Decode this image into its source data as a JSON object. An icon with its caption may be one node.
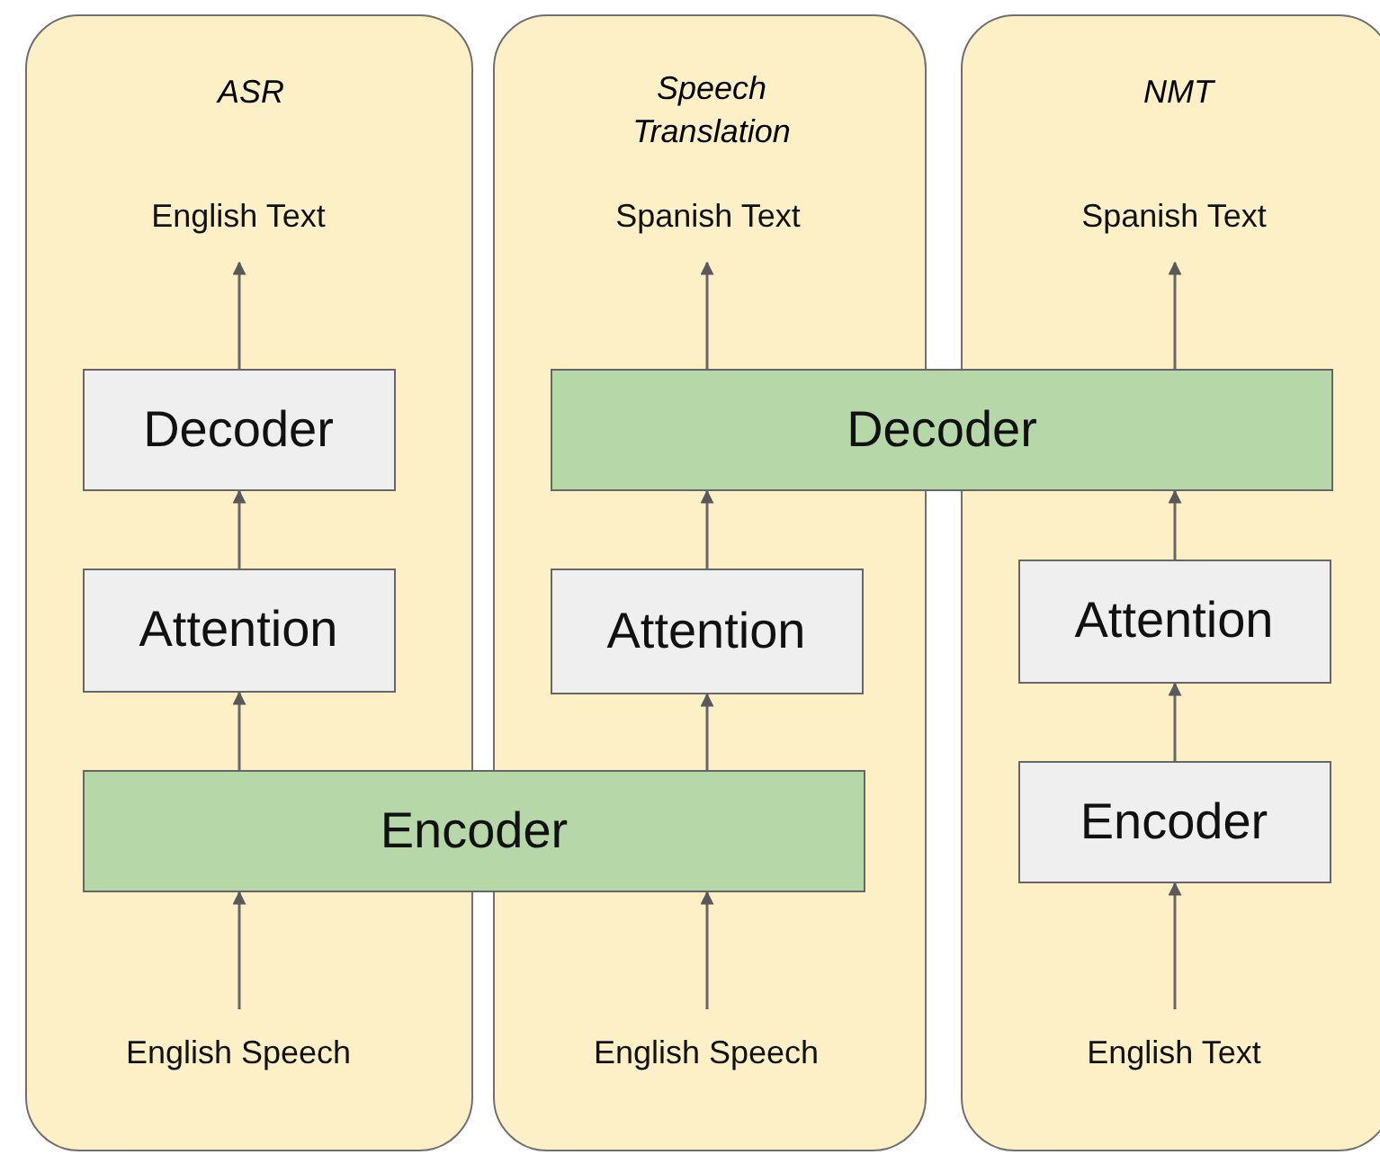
{
  "diagram": {
    "nodes": [
      {
        "text": [
          "ASR"
        ]
      },
      {
        "text": [
          "Speech Translation"
        ]
      },
      {
        "text": [
          "NMT"
        ]
      },
      {
        "text": [
          "English Text"
        ],
        "in": 0
      },
      {
        "text": [
          "Spanish Text"
        ],
        "in": 1
      },
      {
        "text": [
          "Spanish Text"
        ],
        "in": 2
      },
      {
        "text": [
          "Decoder"
        ],
        "in": 0
      },
      {
        "text": [
          "Decoder"
        ]
      },
      {
        "text": [
          "Attention"
        ],
        "in": 0
      },
      {
        "text": [
          "Attention"
        ],
        "in": 1
      },
      {
        "text": [
          "Attention"
        ],
        "in": 2
      },
      {
        "text": [
          "Encoder"
        ]
      },
      {
        "text": [
          "Encoder"
        ],
        "in": 2
      },
      {
        "text": [
          "English Speech"
        ],
        "in": 0
      },
      {
        "text": [
          "English Speech"
        ],
        "in": 1
      },
      {
        "text": [
          "English Text"
        ],
        "in": 2
      }
    ],
    "edges": [
      {
        "from": 13,
        "to": 11,
        "arrow": "to"
      },
      {
        "from": 11,
        "to": 8,
        "arrow": "to"
      },
      {
        "from": 8,
        "to": 6,
        "arrow": "to"
      },
      {
        "from": 6,
        "to": 3,
        "arrow": "to"
      },
      {
        "from": 14,
        "to": 11,
        "arrow": "to"
      },
      {
        "from": 11,
        "to": 9,
        "arrow": "to"
      },
      {
        "from": 9,
        "to": 7,
        "arrow": "to"
      },
      {
        "from": 7,
        "to": 4,
        "arrow": "to"
      },
      {
        "from": 15,
        "to": 12,
        "arrow": "to"
      },
      {
        "from": 12,
        "to": 10,
        "arrow": "to"
      },
      {
        "from": 10,
        "to": 7,
        "arrow": "to"
      },
      {
        "from": 7,
        "to": 5,
        "arrow": "to"
      }
    ]
  }
}
